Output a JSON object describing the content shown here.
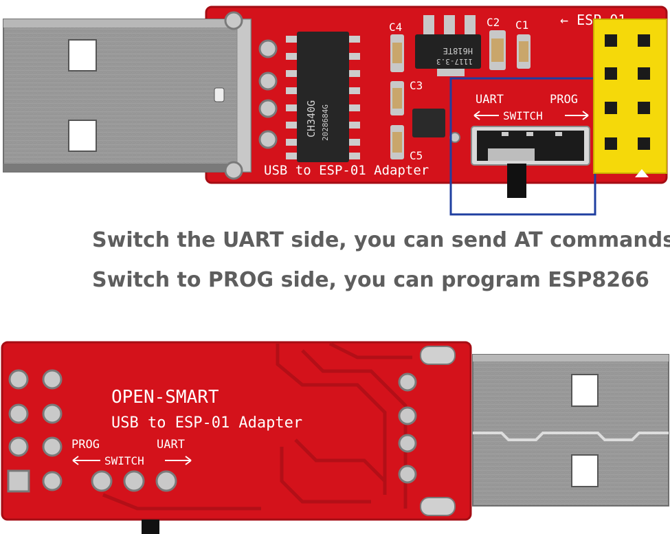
{
  "top_board": {
    "labels": {
      "esp01_arrow": "← ESP-01",
      "c4": "C4",
      "c3": "C3",
      "c2": "C2",
      "c1": "C1",
      "c5": "C5",
      "uart": "UART",
      "prog": "PROG",
      "switch": "SWITCH",
      "board_name": "USB to ESP-01 Adapter"
    },
    "chips": {
      "ch340_line1": "CH340G",
      "ch340_line2": "2028684G",
      "regulator_line1": "H618TE",
      "regulator_line2": "1117-3.3"
    },
    "highlight_color": "#1f3fa0"
  },
  "captions": {
    "line1": "Switch the UART side, you can send AT commands",
    "line2": "Switch to PROG side, you can program ESP8266"
  },
  "bottom_board": {
    "labels": {
      "brand": "OPEN-SMART",
      "board_name": "USB to ESP-01 Adapter",
      "prog": "PROG",
      "uart": "UART",
      "switch": "SWITCH"
    }
  },
  "colors": {
    "pcb_red": "#d4121b",
    "pcb_dark_red": "#a50d14",
    "header_yellow": "#f5d90a",
    "caption_gray": "#5e5e5e"
  }
}
